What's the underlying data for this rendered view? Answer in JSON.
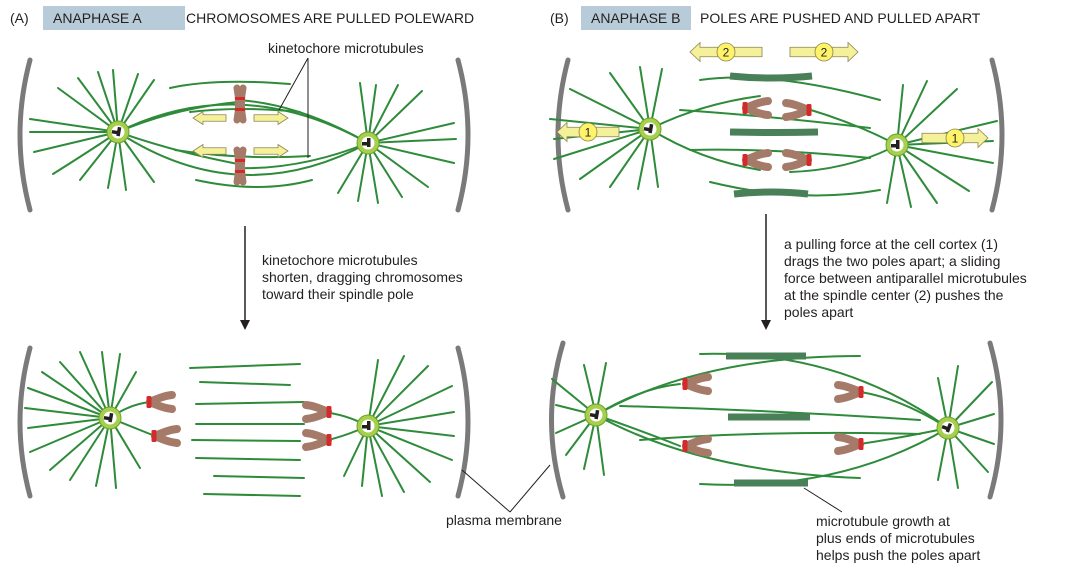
{
  "panel_a": {
    "letter": "(A)",
    "badge": "ANAPHASE A",
    "heading": "CHROMOSOMES ARE PULLED POLEWARD",
    "label_kinetochore": "kinetochore microtubules",
    "caption": [
      "kinetochore microtubules",
      "shorten, dragging chromosomes",
      "toward their spindle pole"
    ]
  },
  "panel_b": {
    "letter": "(B)",
    "badge": "ANAPHASE B",
    "heading": "POLES ARE PUSHED AND PULLED APART",
    "force_cortex": "1",
    "force_sliding": "2",
    "caption": [
      "a pulling force at the cell cortex (1)",
      "drags the two poles apart; a sliding",
      "force between antiparallel microtubules",
      "at the spindle center (2) pushes the",
      "poles apart"
    ],
    "growth_label": [
      "microtubule growth at",
      "plus ends of microtubules",
      "helps push the poles apart"
    ]
  },
  "shared": {
    "membrane_label": "plasma membrane"
  },
  "colors": {
    "badge": "#b8cbd8",
    "microtubule": "#2e8b3a",
    "membrane": "#7a7a7a",
    "centrosome": "#a5cf4c",
    "chromosome": "#a57a68",
    "kinetochore": "#d42a2a",
    "arrow": "#f5f09a",
    "overlap_bar": "#4a8058"
  }
}
